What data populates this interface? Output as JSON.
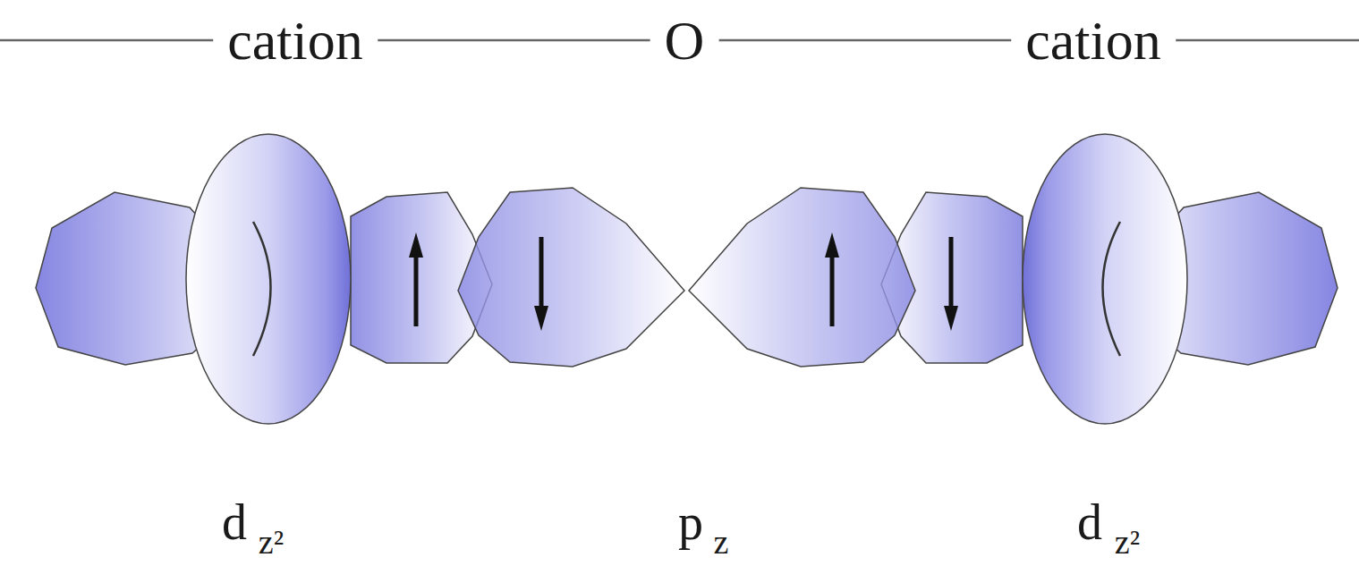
{
  "diagram": {
    "labels": [
      "cation",
      "O",
      "cation",
      "d",
      "z²",
      "p",
      "z",
      "d",
      "z²"
    ]
  }
}
